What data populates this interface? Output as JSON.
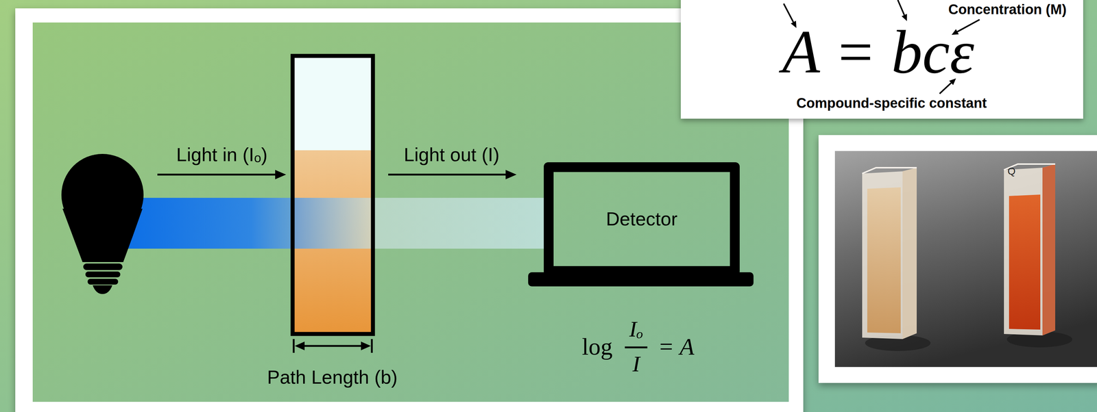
{
  "diagram": {
    "nodes": [
      {
        "text": [
          "Detector"
        ]
      },
      {
        "text": [
          "A = bcε",
          "Concentration (M)",
          "Compound-specific constant"
        ]
      }
    ],
    "labels": [
      "Light in (Iₒ)",
      "Light out (I)",
      "Path Length (b)",
      "log",
      "Iₒ",
      "I",
      "= A",
      "Q"
    ]
  }
}
